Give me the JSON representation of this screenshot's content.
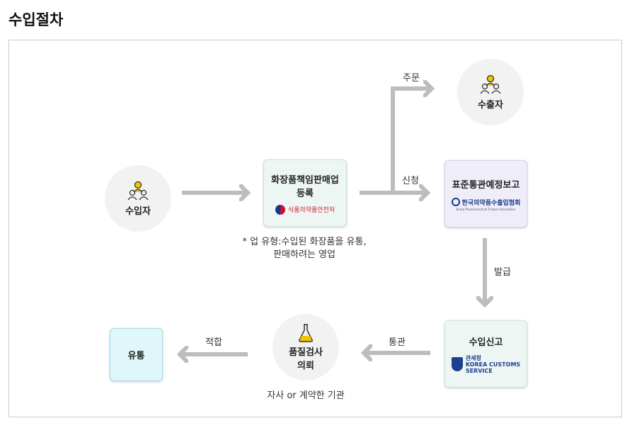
{
  "title": "수입절차",
  "nodes": {
    "importer": "수입자",
    "exporter": "수출자",
    "registration": {
      "line1": "화장품책임판매업",
      "line2": "등록",
      "org": "식품의약품안전처"
    },
    "report": {
      "title": "표준통관예정보고",
      "org": "한국의약품수출입협회",
      "org_en": "Korea Pharmaceutical Traders Association"
    },
    "declaration": {
      "title": "수입신고",
      "org": "관세청",
      "org_en1": "KOREA CUSTOMS",
      "org_en2": "SERVICE"
    },
    "inspection": {
      "line1": "품질검사",
      "line2": "의뢰",
      "note": "자사 or 계약한 기관"
    },
    "distribution": "유통"
  },
  "note": {
    "line1": "* 업 유형:수입된 화장품을 유통,",
    "line2": "판매하려는 영업"
  },
  "edges": {
    "order": "주문",
    "apply": "신청",
    "issue": "발급",
    "clearance": "통관",
    "pass": "적합"
  },
  "colors": {
    "arrow": "#bdbdbd",
    "person": "#f5c400",
    "teal_box": "#eef6f3",
    "purple_box": "#efeef8",
    "cyan_box": "#dff6fa"
  }
}
